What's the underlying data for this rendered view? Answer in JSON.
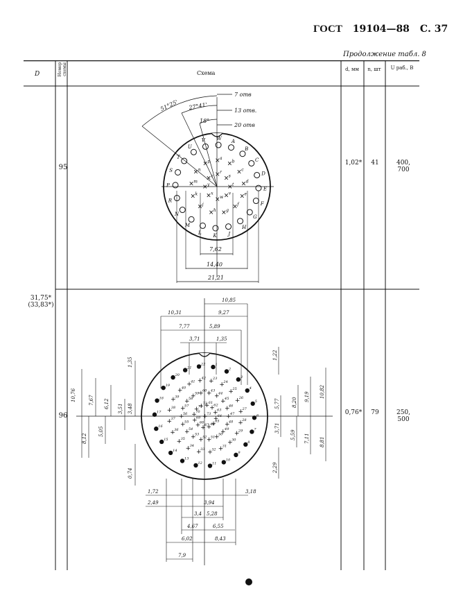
{
  "header": {
    "gost": "ГОСТ",
    "number": "19104—88",
    "page": "С. 37"
  },
  "continuation": "Продолжение табл. 8",
  "columns": {
    "d_outer": "D",
    "scheme_no": "Номер схемы",
    "scheme": "Схема",
    "d_contact": "d, мм",
    "n": "n, шт",
    "u_work": "U раб., В"
  },
  "group_d": [
    "31,75*",
    "(33,83*)"
  ],
  "rows": [
    {
      "scheme_no": "95",
      "d": "1,02*",
      "n": "41",
      "u": [
        "400,",
        "700"
      ],
      "angles": [
        "51°25'",
        "27°41'",
        "18°"
      ],
      "callouts": [
        "7 отв",
        "13 отв.",
        "20 отв"
      ],
      "dims": [
        "7,62",
        "14,40",
        "21,21"
      ],
      "pins_outer": [
        "A",
        "B",
        "C",
        "D",
        "E",
        "F",
        "G",
        "H",
        "J",
        "K",
        "L",
        "M",
        "N",
        "R",
        "P",
        "S",
        "T",
        "U",
        "V",
        "W"
      ],
      "pins_inner": [
        "a",
        "b",
        "c",
        "d",
        "e",
        "f",
        "g",
        "h",
        "j",
        "k",
        "m",
        "n",
        "p",
        "r",
        "s",
        "t",
        "v",
        "w",
        "x",
        "y",
        "z"
      ]
    },
    {
      "scheme_no": "96",
      "d": "0,76*",
      "n": "79",
      "u": [
        "250,",
        "500"
      ],
      "top_dims": [
        "10,85",
        "10,31",
        "9,27",
        "7,77",
        "5,89",
        "3,71",
        "1,35"
      ],
      "left_dims": [
        "1,35",
        "10,76",
        "7,67",
        "6,12",
        "3,51",
        "3,48",
        "5,05",
        "8,12",
        "0,74"
      ],
      "right_dims": [
        "1,22",
        "5,77",
        "8,20",
        "9,19",
        "10,82",
        "3,71",
        "5,59",
        "7,11",
        "8,81",
        "2,29"
      ],
      "bottom_dims": [
        "1,72",
        "3,18",
        "2,49",
        "3,94",
        "3,4",
        "5,28",
        "4,67",
        "6,55",
        "6,02",
        "8,43",
        "7,9"
      ]
    }
  ]
}
